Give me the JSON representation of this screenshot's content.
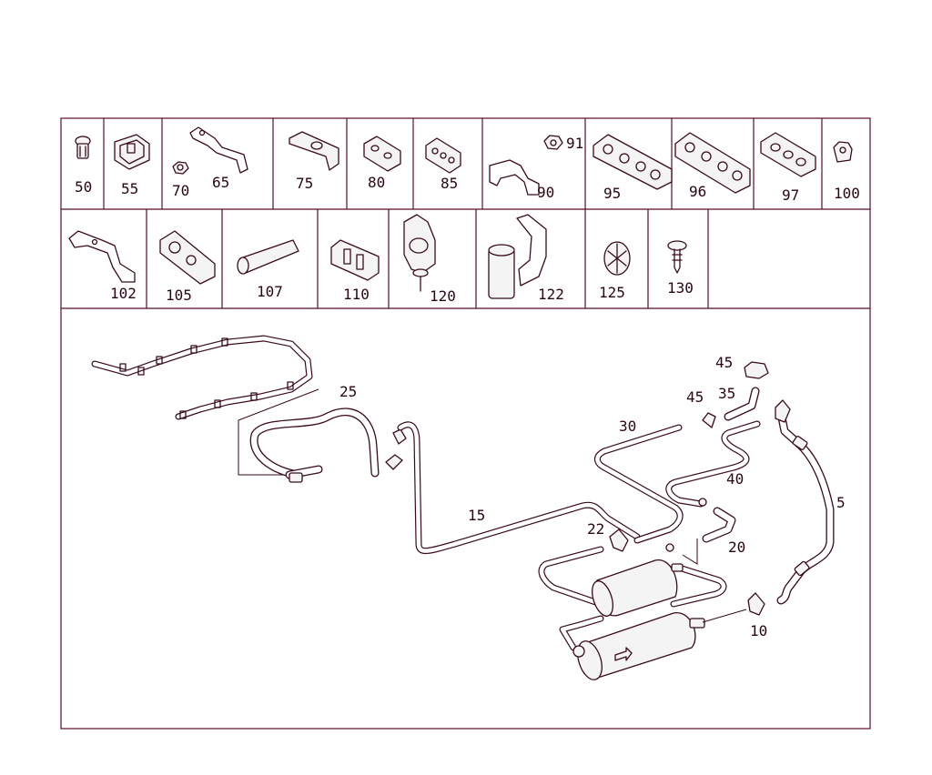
{
  "colors": {
    "border": "#5a0a2a",
    "ink": "#3a0a1c",
    "paper": "#ffffff"
  },
  "parts_catalog": {
    "row1": [
      {
        "number": "50",
        "icon": "clip-icon"
      },
      {
        "number": "55",
        "icon": "holder-icon"
      },
      {
        "number": "70",
        "icon": "nut-icon"
      },
      {
        "number": "65",
        "icon": "bracket-icon"
      },
      {
        "number": "75",
        "icon": "bracket-icon"
      },
      {
        "number": "80",
        "icon": "holder-icon"
      },
      {
        "number": "85",
        "icon": "holder-icon"
      },
      {
        "number": "91",
        "icon": "nut-icon"
      },
      {
        "number": "90",
        "icon": "bracket-icon"
      },
      {
        "number": "95",
        "icon": "holder-icon"
      },
      {
        "number": "96",
        "icon": "holder-icon"
      },
      {
        "number": "97",
        "icon": "holder-icon"
      },
      {
        "number": "100",
        "icon": "nut-icon"
      }
    ],
    "row2": [
      {
        "number": "102",
        "icon": "bracket-icon"
      },
      {
        "number": "105",
        "icon": "holder-icon"
      },
      {
        "number": "107",
        "icon": "sleeve-icon"
      },
      {
        "number": "110",
        "icon": "holder-icon"
      },
      {
        "number": "120",
        "icon": "clamp-icon"
      },
      {
        "number": "122",
        "icon": "clamp-icon"
      },
      {
        "number": "125",
        "icon": "grommet-icon"
      },
      {
        "number": "130",
        "icon": "screw-icon"
      }
    ]
  },
  "callouts": {
    "c5": "5",
    "c10": "10",
    "c15": "15",
    "c20": "20",
    "c22": "22",
    "c25": "25",
    "c30": "30",
    "c35": "35",
    "c40": "40",
    "c45a": "45",
    "c45b": "45"
  }
}
